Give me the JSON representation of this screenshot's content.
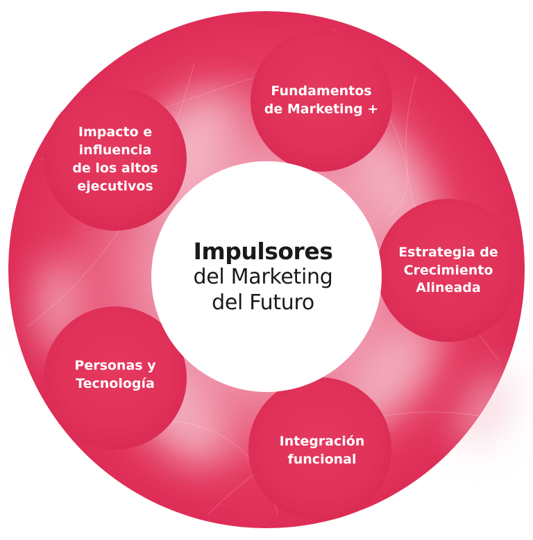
{
  "center": {
    "title": "Impulsores",
    "line2": "del Marketing",
    "line3": "del Futuro"
  },
  "nodes": [
    {
      "id": "fundamentos",
      "lines": [
        "Fundamentos",
        "de Marketing +"
      ]
    },
    {
      "id": "estrategia",
      "lines": [
        "Estrategia de",
        "Crecimiento",
        "Alineada"
      ]
    },
    {
      "id": "integracion",
      "lines": [
        "Integración",
        "funcional"
      ]
    },
    {
      "id": "personas",
      "lines": [
        "Personas y",
        "Tecnología"
      ]
    },
    {
      "id": "impacto",
      "lines": [
        "Impacto e",
        "influencia",
        "de los altos",
        "ejecutivos"
      ]
    }
  ],
  "colors": {
    "ring_main": "#e4395f",
    "ring_light": "#f3b3c4",
    "node_fill": "#e2345b",
    "center_fill": "#ffffff",
    "label_text": "#ffffff",
    "center_text": "#1a1a1a"
  }
}
